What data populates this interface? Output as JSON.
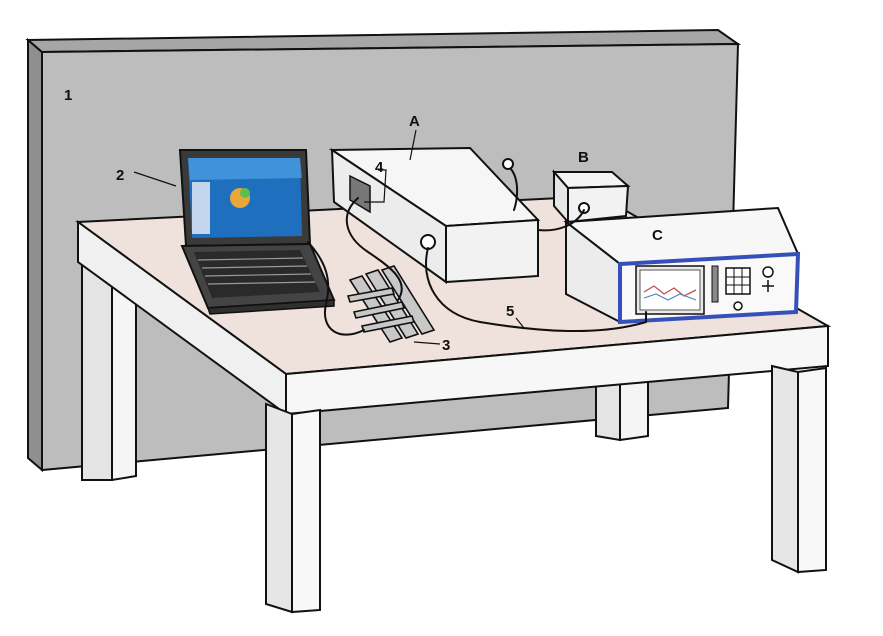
{
  "labels": {
    "l1": "1",
    "l2": "2",
    "l3": "3",
    "l4": "4",
    "l5": "5",
    "lA": "A",
    "lB": "B",
    "lC": "C"
  },
  "colors": {
    "wall": "#bdbdbd",
    "wall_edge": "#9e9e9e",
    "tabletop": "#efe1dc",
    "table_white": "#f2f2f2",
    "legs": "#ebebeb",
    "laptop": "#3a3a3a",
    "screen": "#1f6fbf",
    "analyzer_trim": "#3550b8"
  }
}
